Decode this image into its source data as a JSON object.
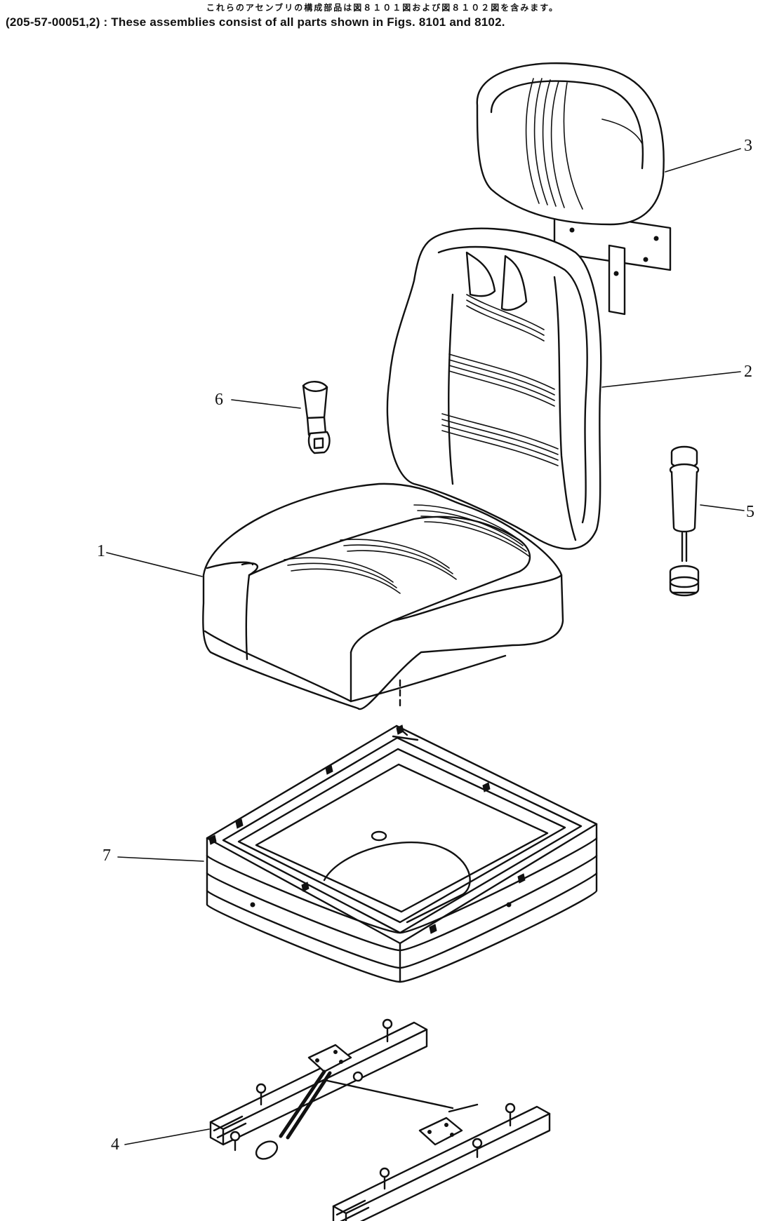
{
  "header": {
    "japanese_note": "これらのアセンブリの構成部品は図８１０１図および図８１０２図を含みます。",
    "english_note": "(205-57-00051,2) : These assemblies consist of all parts shown in Figs. 8101 and 8102."
  },
  "callouts": [
    {
      "id": "1",
      "label": "1",
      "part": "seat-cushion"
    },
    {
      "id": "2",
      "label": "2",
      "part": "seat-backrest"
    },
    {
      "id": "3",
      "label": "3",
      "part": "headrest"
    },
    {
      "id": "4",
      "label": "4",
      "part": "slide-rail"
    },
    {
      "id": "5",
      "label": "5",
      "part": "damper"
    },
    {
      "id": "6",
      "label": "6",
      "part": "lever-knob"
    },
    {
      "id": "7",
      "label": "7",
      "part": "suspension-bellows"
    }
  ],
  "colors": {
    "line": "#111111",
    "background": "#ffffff"
  }
}
